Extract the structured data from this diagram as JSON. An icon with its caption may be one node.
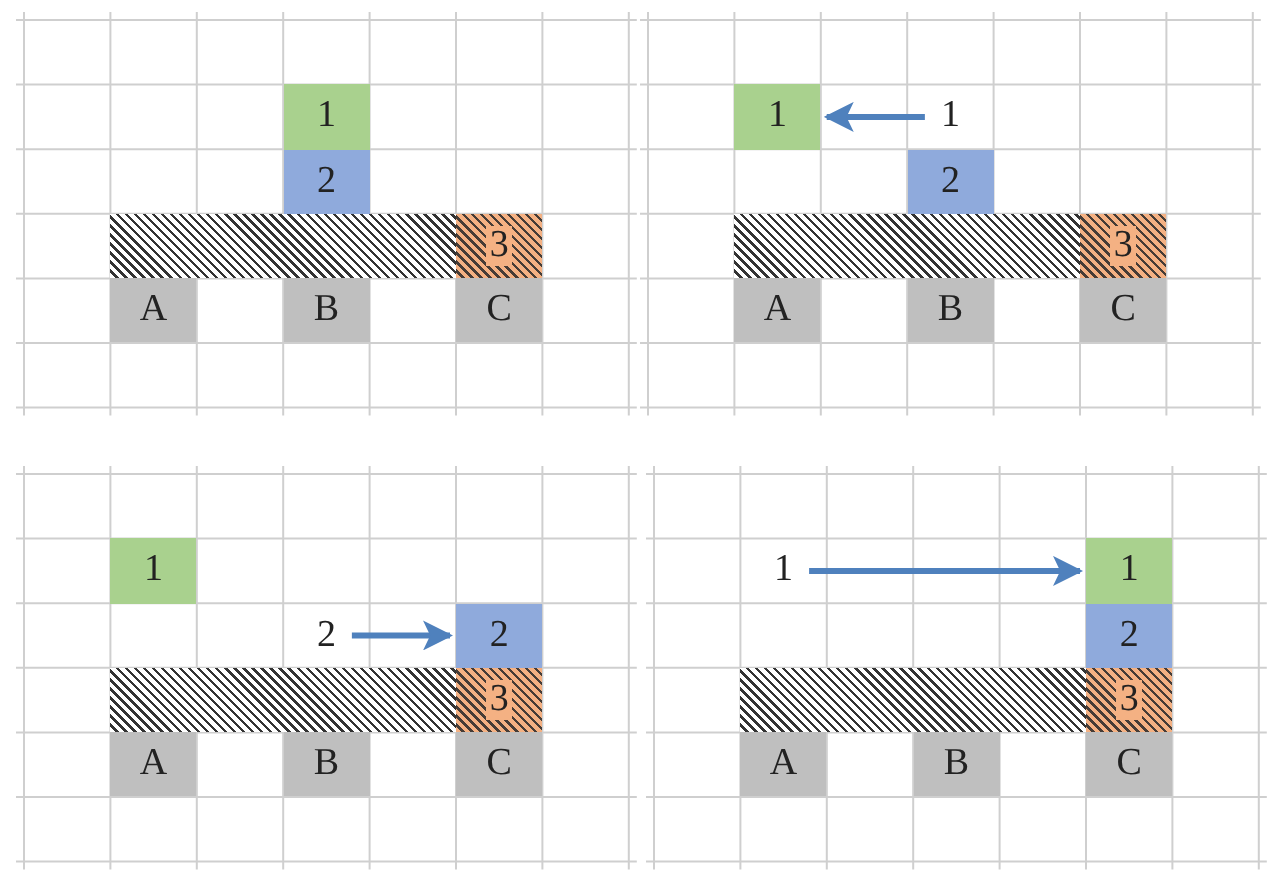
{
  "diagram": {
    "nodes": [
      {
        "text": [
          "1"
        ]
      },
      {
        "text": [
          "2"
        ]
      },
      {
        "text": [
          "3"
        ]
      },
      {
        "text": [
          "A"
        ]
      },
      {
        "text": [
          "B"
        ]
      },
      {
        "text": [
          "C"
        ]
      },
      {
        "text": [
          "1"
        ]
      },
      {
        "text": [
          "1"
        ]
      },
      {
        "text": [
          "2"
        ]
      },
      {
        "text": [
          "3"
        ]
      },
      {
        "text": [
          "A"
        ]
      },
      {
        "text": [
          "B"
        ]
      },
      {
        "text": [
          "C"
        ]
      },
      {
        "text": [
          "1"
        ]
      },
      {
        "text": [
          "2"
        ]
      },
      {
        "text": [
          "2"
        ]
      },
      {
        "text": [
          "3"
        ]
      },
      {
        "text": [
          "A"
        ]
      },
      {
        "text": [
          "B"
        ]
      },
      {
        "text": [
          "C"
        ]
      },
      {
        "text": [
          "1"
        ]
      },
      {
        "text": [
          "1"
        ]
      },
      {
        "text": [
          "2"
        ]
      },
      {
        "text": [
          "3"
        ]
      },
      {
        "text": [
          "A"
        ]
      },
      {
        "text": [
          "B"
        ]
      },
      {
        "text": [
          "C"
        ]
      },
      {
        "text": [],
        "shape": "bar"
      },
      {
        "text": [],
        "shape": "bar"
      },
      {
        "text": [],
        "shape": "bar"
      },
      {
        "text": [],
        "shape": "bar"
      }
    ],
    "edges": [
      {
        "from": 7,
        "to": 6,
        "arrow": "to"
      },
      {
        "from": 14,
        "to": 15,
        "arrow": "to"
      },
      {
        "from": 20,
        "to": 21,
        "arrow": "to"
      }
    ]
  }
}
